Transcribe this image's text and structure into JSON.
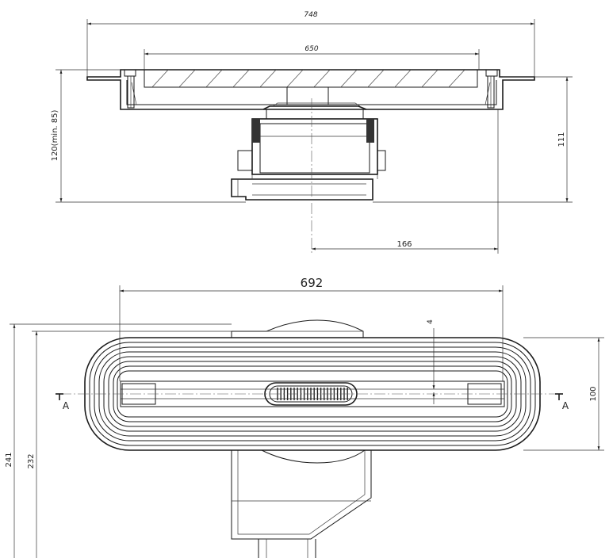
{
  "section_view": {
    "dimensions": {
      "overall_width": "748",
      "grate_width": "650",
      "height": "120(min. 85)",
      "body_height": "111",
      "outlet_offset": "166"
    }
  },
  "plan_view": {
    "dimensions": {
      "channel_length": "692",
      "slot_offset": "4",
      "channel_width": "100",
      "overall_depth": "241",
      "body_depth": "232"
    },
    "section_marker_left": "A",
    "section_marker_right": "A"
  }
}
